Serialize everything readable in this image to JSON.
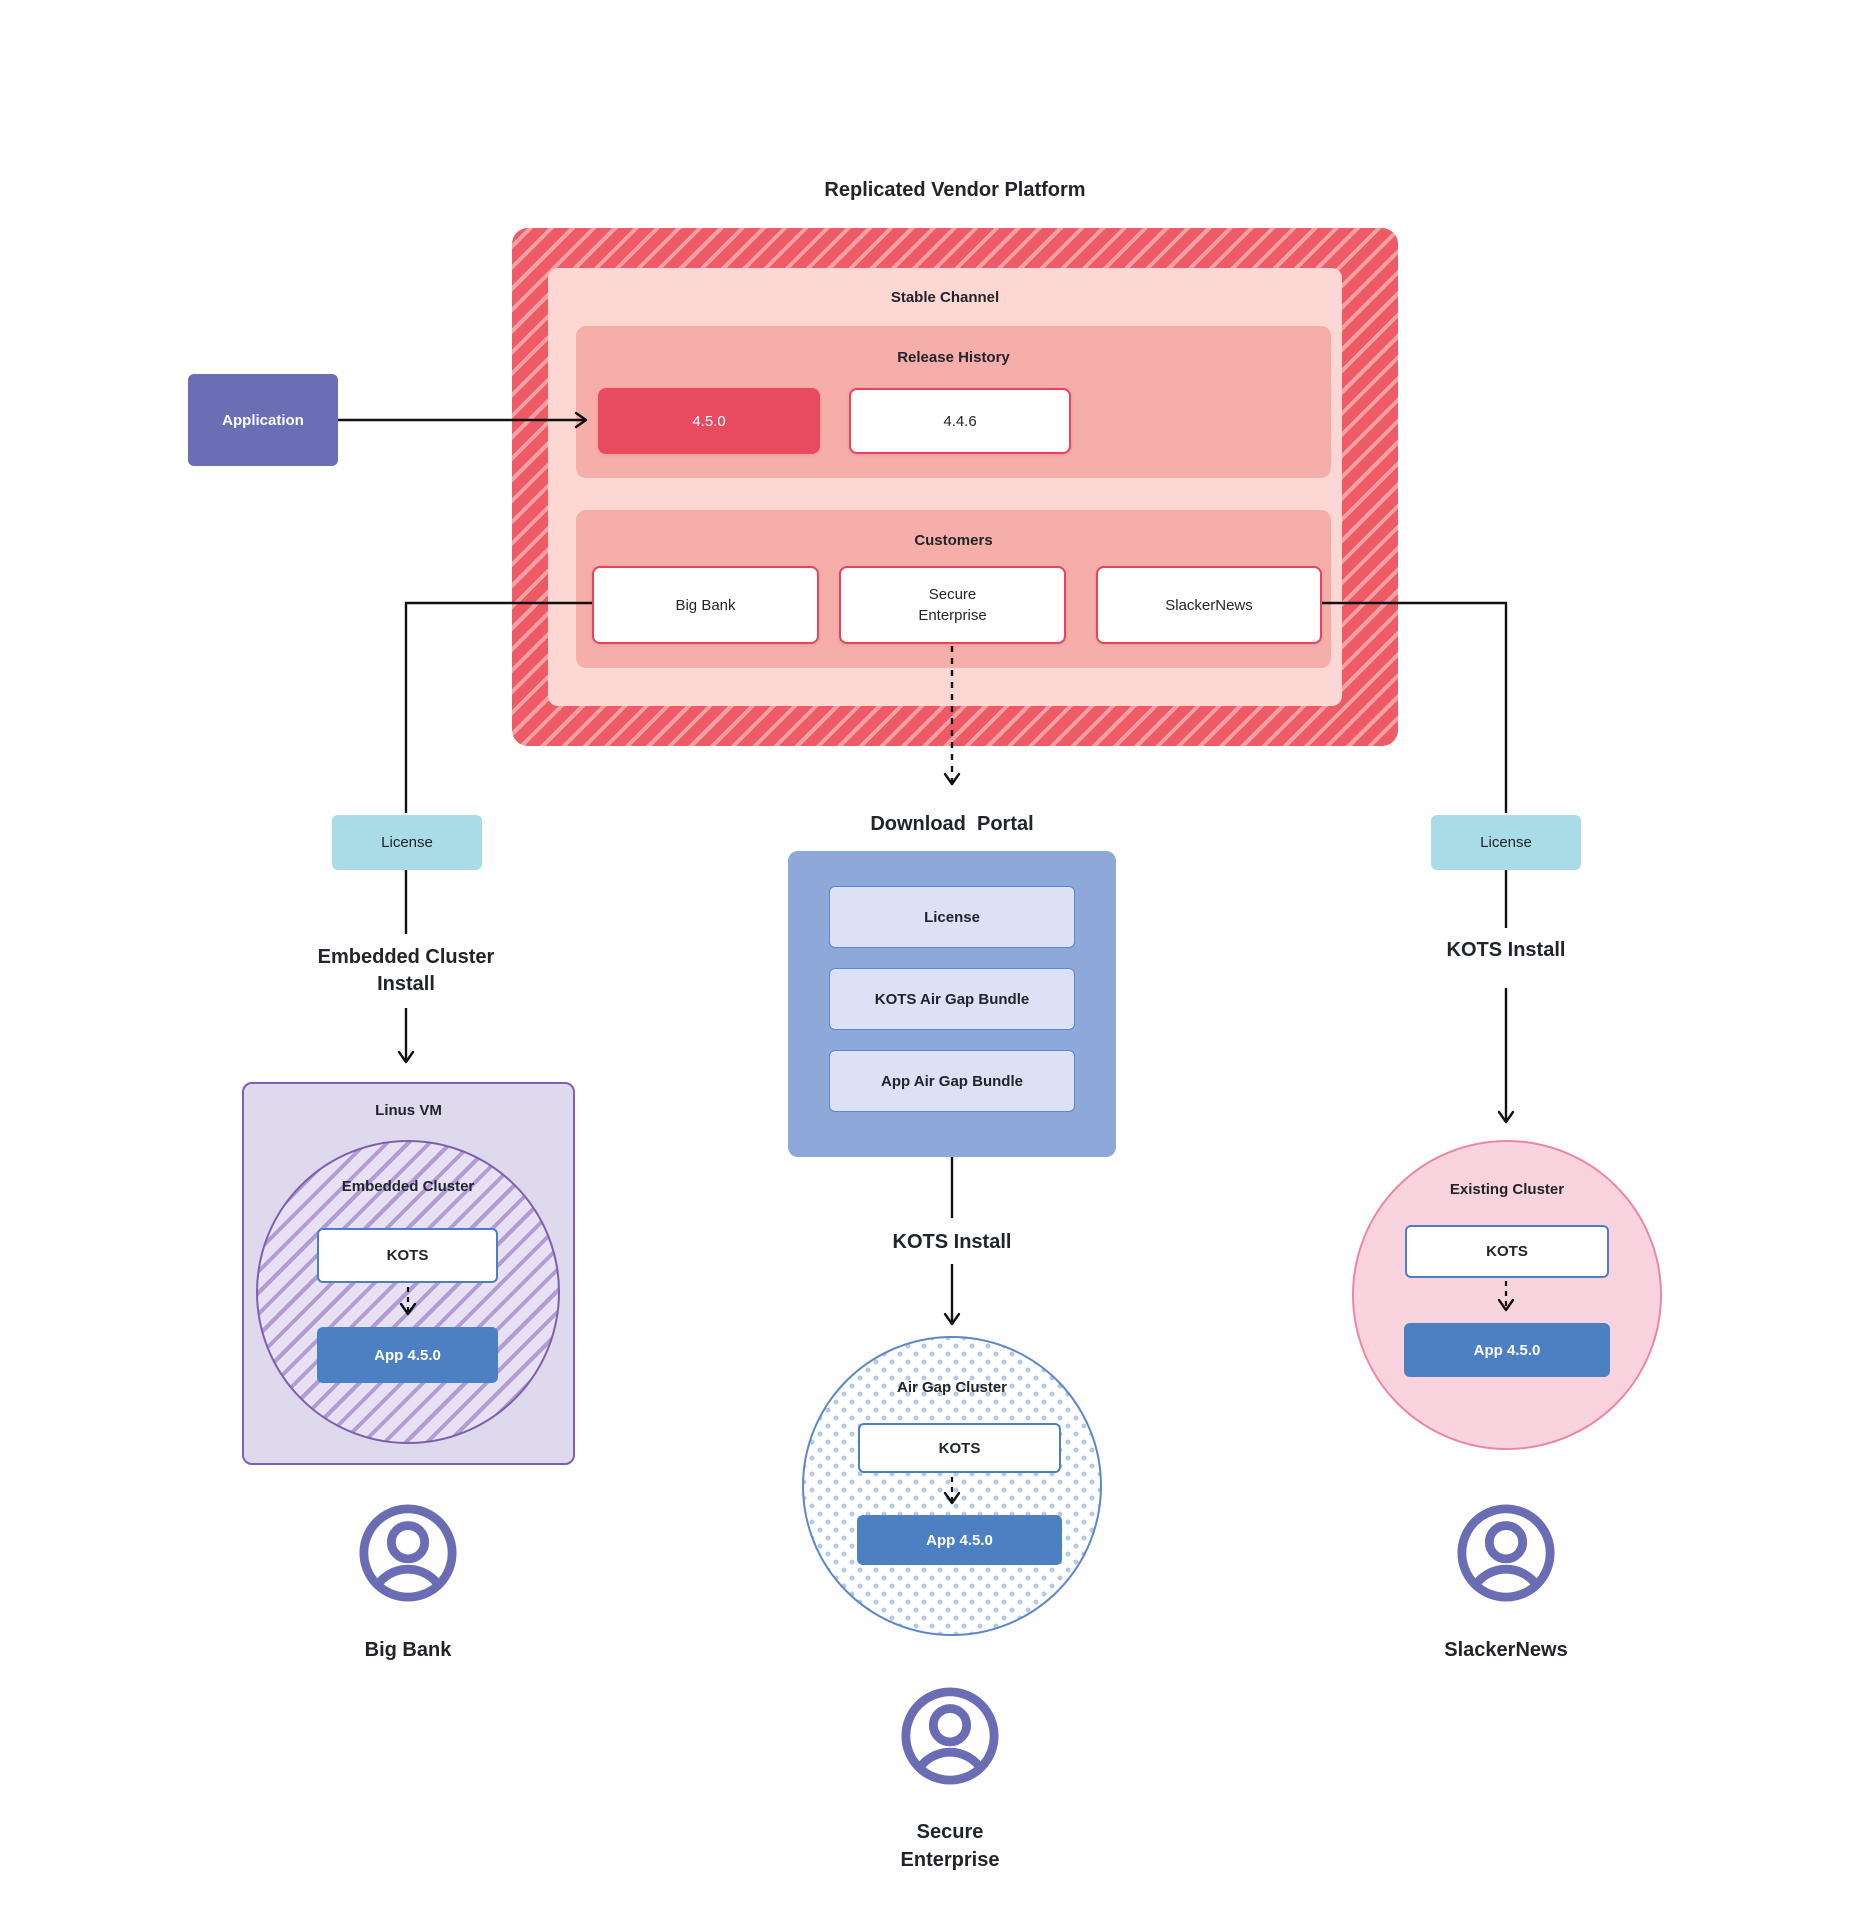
{
  "title": "Replicated Vendor Platform",
  "platform": {
    "stable_channel_label": "Stable Channel",
    "release_history": {
      "label": "Release History",
      "current": "4.5.0",
      "previous": "4.4.6"
    },
    "customers": {
      "label": "Customers",
      "big_bank": "Big Bank",
      "secure_enterprise": "Secure\nEnterprise",
      "slackernews": "SlackerNews"
    }
  },
  "application_label": "Application",
  "left_flow": {
    "license": "License",
    "install_label": "Embedded Cluster\nInstall",
    "vm_label": "Linus VM",
    "cluster_label": "Embedded Cluster",
    "kots": "KOTS",
    "app": "App 4.5.0",
    "customer_name": "Big Bank"
  },
  "center_flow": {
    "portal_title": "Download  Portal",
    "portal_items": [
      "License",
      "KOTS Air Gap Bundle",
      "App Air Gap Bundle"
    ],
    "install_label": "KOTS Install",
    "cluster_label": "Air Gap Cluster",
    "kots": "KOTS",
    "app": "App 4.5.0",
    "customer_name": "Secure\nEnterprise"
  },
  "right_flow": {
    "license": "License",
    "install_label": "KOTS Install",
    "cluster_label": "Existing Cluster",
    "kots": "KOTS",
    "app": "App 4.5.0",
    "customer_name": "SlackerNews"
  },
  "colors": {
    "platform_stripe_dark": "#ee5a65",
    "platform_stripe_light": "#f7a0a5",
    "stable_channel_bg": "#fcd7d3",
    "panel_bg": "#f6aeab",
    "release_accent": "#e84a5f",
    "release_border": "#e8435e",
    "application_bg": "#6b6db5",
    "license_bg": "#a9dce6",
    "portal_bg": "#8ea9d9",
    "portal_item_bg": "#dce1f5",
    "portal_item_border": "#5d86c6",
    "vm_bg": "#ded9ec",
    "vm_border": "#7e60ae",
    "airgap_border": "#5d88c7",
    "airgap_dot": "#b3c9ea",
    "existing_bg": "#f9d4df",
    "existing_border": "#ef84a9",
    "kots_border": "#4d7fc0",
    "app_bg": "#4d80c2",
    "person_icon": "#6b6db4",
    "connector": "#111111"
  }
}
